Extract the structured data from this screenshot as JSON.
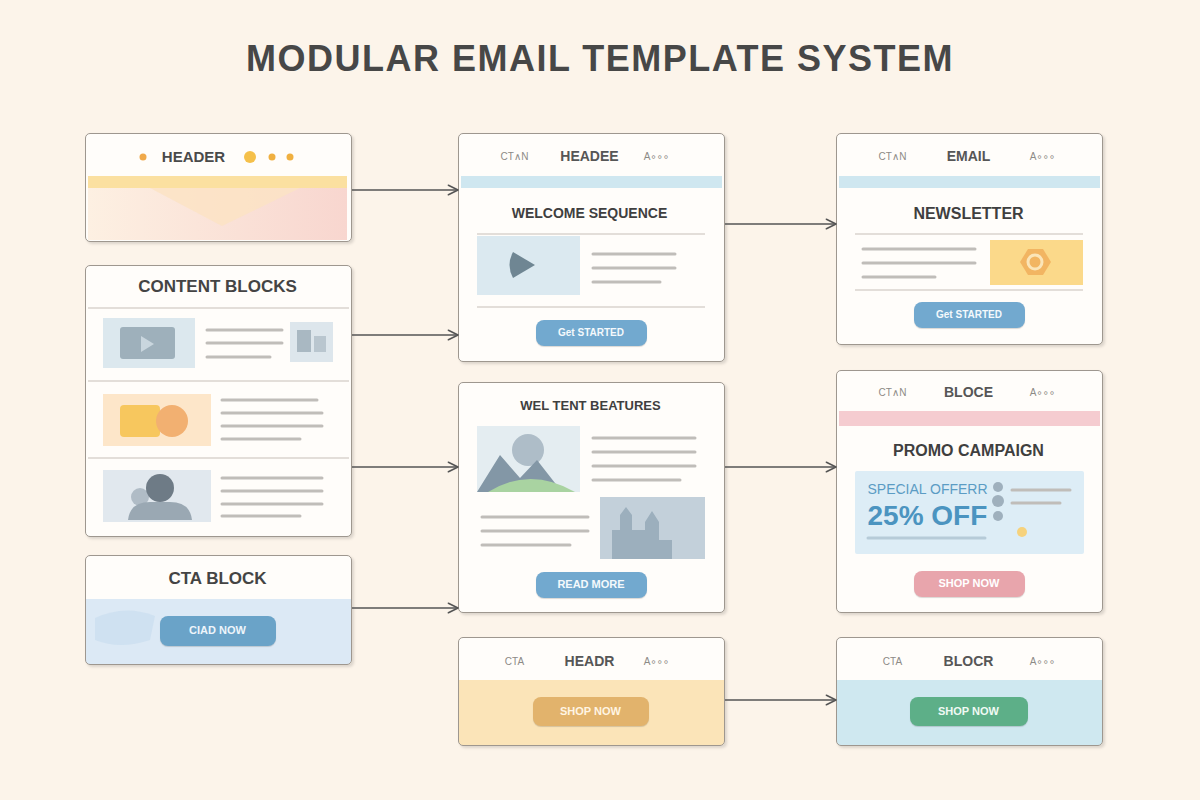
{
  "diagram": {
    "title": "MODULAR EMAIL TEMPLATE SYSTEM",
    "nodes": [
      {
        "text": [
          "HEADER"
        ]
      },
      {
        "text": [
          "CONTENT BLOCKS"
        ]
      },
      {
        "text": [
          "CTA BLOCK"
        ]
      },
      {
        "text": [
          "CIAD NOW"
        ],
        "in": 2
      },
      {
        "text": [
          "CT∧N",
          "HEADEE",
          "A∘∘∘",
          "WELCOME SEQUENCE"
        ]
      },
      {
        "text": [
          "Get STARTED"
        ],
        "in": 4
      },
      {
        "text": [
          "WEL TENT BEATURES"
        ]
      },
      {
        "text": [
          "READ MORE"
        ],
        "in": 6
      },
      {
        "text": [
          "CTA",
          "HEADR",
          "A∘∘∘"
        ]
      },
      {
        "text": [
          "SHOP NOW"
        ],
        "in": 8
      },
      {
        "text": [
          "CT∧N",
          "EMAIL",
          "A∘∘∘",
          "NEWSLETTER"
        ]
      },
      {
        "text": [
          "Get STARTED"
        ],
        "in": 10
      },
      {
        "text": [
          "CT∧N",
          "BLOCE",
          "A∘∘∘",
          "PROMO CAMPAIGN"
        ]
      },
      {
        "text": [
          "SPECIAL OFFERR",
          "25% OFF"
        ],
        "in": 12
      },
      {
        "text": [
          "SHOP NOW"
        ],
        "in": 12
      },
      {
        "text": [
          "CTA",
          "BLOCR",
          "A∘∘∘"
        ]
      },
      {
        "text": [
          "SHOP NOW"
        ],
        "in": 15
      }
    ],
    "edges": [
      {
        "from": 0,
        "to": 4,
        "arrow": "to"
      },
      {
        "from": 1,
        "to": 4,
        "arrow": "to"
      },
      {
        "from": 1,
        "to": 6,
        "arrow": "to"
      },
      {
        "from": 2,
        "to": 6,
        "arrow": "to"
      },
      {
        "from": 4,
        "to": 10,
        "arrow": "to"
      },
      {
        "from": 6,
        "to": 12,
        "arrow": "to"
      },
      {
        "from": 8,
        "to": 15,
        "arrow": "to"
      }
    ]
  }
}
